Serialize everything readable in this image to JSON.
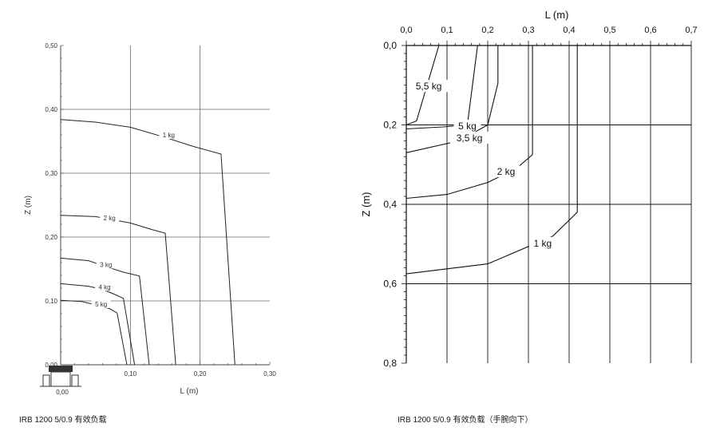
{
  "chart_data": [
    {
      "type": "line",
      "xlabel": "L (m)",
      "ylabel": "Z (m)",
      "xlim": [
        0,
        0.3
      ],
      "ylim": [
        0,
        0.5
      ],
      "x_ticks": [
        0,
        0.1,
        0.2,
        0.3
      ],
      "y_ticks": [
        0,
        0.1,
        0.2,
        0.3,
        0.4,
        0.5
      ],
      "x_tick_labels": [
        "0,00",
        "0,10",
        "0,20",
        "0,30"
      ],
      "y_tick_labels": [
        "0,00",
        "0,10",
        "0,20",
        "0,30",
        "0,40",
        "0,50"
      ],
      "origin_label": "0,00",
      "x_grid": [
        0.1,
        0.2
      ],
      "y_grid": [
        0.1,
        0.2,
        0.3,
        0.4
      ],
      "y_inverted": false,
      "series": [
        {
          "name": "1 kg",
          "label_at": [
            0.155,
            0.36
          ],
          "points": [
            [
              0,
              0.384
            ],
            [
              0.05,
              0.38
            ],
            [
              0.1,
              0.372
            ],
            [
              0.15,
              0.356
            ],
            [
              0.19,
              0.342
            ],
            [
              0.23,
              0.33
            ],
            [
              0.25,
              0
            ]
          ]
        },
        {
          "name": "2 kg",
          "label_at": [
            0.07,
            0.23
          ],
          "points": [
            [
              0,
              0.234
            ],
            [
              0.05,
              0.232
            ],
            [
              0.1,
              0.222
            ],
            [
              0.13,
              0.212
            ],
            [
              0.15,
              0.206
            ],
            [
              0.165,
              0
            ]
          ]
        },
        {
          "name": "3 kg",
          "label_at": [
            0.065,
            0.157
          ],
          "points": [
            [
              0,
              0.167
            ],
            [
              0.04,
              0.163
            ],
            [
              0.07,
              0.152
            ],
            [
              0.09,
              0.145
            ],
            [
              0.113,
              0.139
            ],
            [
              0.127,
              0
            ]
          ]
        },
        {
          "name": "4 kg",
          "label_at": [
            0.063,
            0.122
          ],
          "points": [
            [
              0,
              0.127
            ],
            [
              0.04,
              0.123
            ],
            [
              0.06,
              0.118
            ],
            [
              0.078,
              0.11
            ],
            [
              0.09,
              0.104
            ],
            [
              0.106,
              0
            ]
          ]
        },
        {
          "name": "5 kg",
          "label_at": [
            0.058,
            0.095
          ],
          "points": [
            [
              0,
              0.101
            ],
            [
              0.03,
              0.099
            ],
            [
              0.05,
              0.094
            ],
            [
              0.07,
              0.088
            ],
            [
              0.081,
              0.081
            ],
            [
              0.095,
              0
            ]
          ]
        }
      ],
      "caption": "IRB 1200 5/0.9 有效负载"
    },
    {
      "type": "line",
      "xlabel": "L (m)",
      "ylabel": "Z (m)",
      "xlim": [
        0,
        0.7
      ],
      "ylim": [
        0,
        0.8
      ],
      "x_ticks": [
        0,
        0.1,
        0.2,
        0.3,
        0.4,
        0.5,
        0.6,
        0.7
      ],
      "y_ticks": [
        0,
        0.2,
        0.4,
        0.6,
        0.8
      ],
      "x_tick_labels": [
        "0,0",
        "0,1",
        "0,2",
        "0,3",
        "0,4",
        "0,5",
        "0,6",
        "0,7"
      ],
      "y_tick_labels": [
        "0,0",
        "0,2",
        "0,4",
        "0,6",
        "0,8"
      ],
      "x_grid": [
        0.1,
        0.2,
        0.3,
        0.4,
        0.5,
        0.6,
        0.7
      ],
      "y_grid": [
        0.2,
        0.4,
        0.6
      ],
      "y_inverted": true,
      "series": [
        {
          "name": "5,5 kg",
          "label_at": [
            0.055,
            0.105
          ],
          "points": [
            [
              0.08,
              0
            ],
            [
              0.025,
              0.19
            ],
            [
              0,
              0.2
            ]
          ]
        },
        {
          "name": "5 kg",
          "label_at": [
            0.15,
            0.205
          ],
          "points": [
            [
              0.175,
              0
            ],
            [
              0.15,
              0.2
            ],
            [
              0.09,
              0.205
            ],
            [
              0,
              0.21
            ]
          ]
        },
        {
          "name": "3,5 kg",
          "label_at": [
            0.155,
            0.235
          ],
          "points": [
            [
              0.225,
              0
            ],
            [
              0.225,
              0.095
            ],
            [
              0.2,
              0.2
            ],
            [
              0.13,
              0.24
            ],
            [
              0,
              0.27
            ]
          ]
        },
        {
          "name": "2 kg",
          "label_at": [
            0.245,
            0.32
          ],
          "points": [
            [
              0.31,
              0
            ],
            [
              0.31,
              0.275
            ],
            [
              0.27,
              0.31
            ],
            [
              0.2,
              0.345
            ],
            [
              0.1,
              0.375
            ],
            [
              0,
              0.385
            ]
          ]
        },
        {
          "name": "1 kg",
          "label_at": [
            0.335,
            0.5
          ],
          "points": [
            [
              0.42,
              0
            ],
            [
              0.42,
              0.42
            ],
            [
              0.36,
              0.48
            ],
            [
              0.2,
              0.55
            ],
            [
              0,
              0.575
            ]
          ]
        }
      ],
      "caption": "IRB 1200 5/0.9 有效负载（手腕向下）"
    }
  ]
}
